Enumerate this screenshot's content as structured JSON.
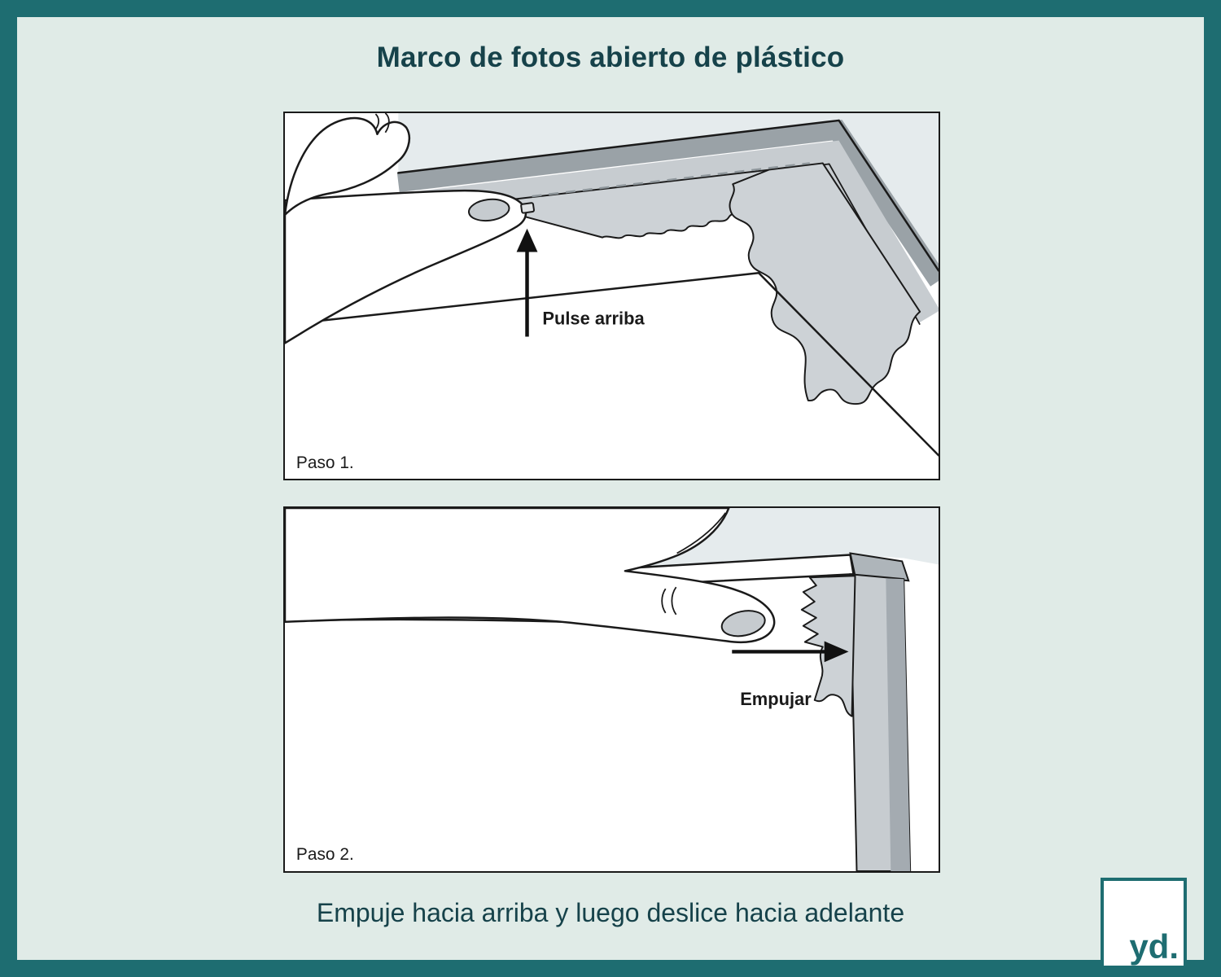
{
  "page": {
    "title": "Marco de fotos abierto de plástico",
    "bottom_caption": "Empuje hacia arriba y luego deslice hacia adelante"
  },
  "panels": [
    {
      "step_label": "Paso 1.",
      "annotation": "Pulse arriba"
    },
    {
      "step_label": "Paso 2.",
      "annotation": "Empujar"
    }
  ],
  "logo": {
    "text": "yd."
  },
  "colors": {
    "frame_border_teal": "#1e6d71",
    "text_teal": "#16424a",
    "background_mint": "#e0ebe7",
    "outline_black": "#1a1a1a",
    "illustration_grey": "#cdd2d6",
    "sky_grey_blue": "#e5ebed"
  }
}
